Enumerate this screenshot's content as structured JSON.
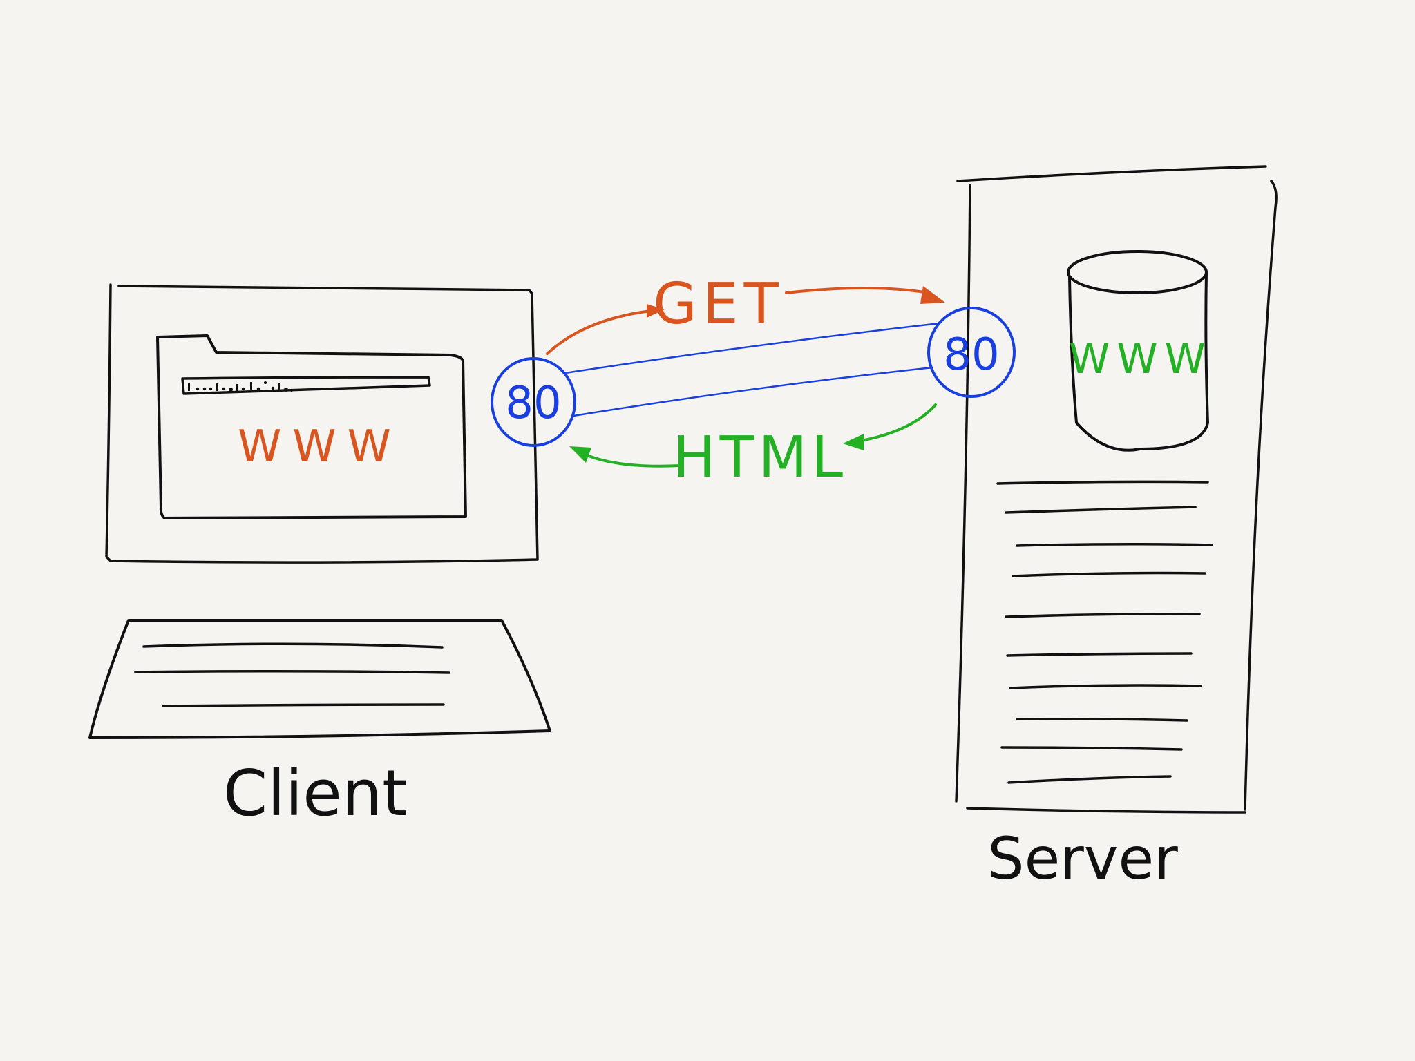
{
  "colors": {
    "background": "#f5f4f1",
    "ink": "#111111",
    "request": "#d9541e",
    "response": "#23b024",
    "port": "#1a3fe0"
  },
  "client": {
    "label": "Client",
    "browser_content": "WWW"
  },
  "server": {
    "label": "Server",
    "storage_content": "WWW"
  },
  "ports": {
    "client_port": "80",
    "server_port": "80"
  },
  "request": {
    "label": "GET"
  },
  "response": {
    "label": "HTML"
  }
}
